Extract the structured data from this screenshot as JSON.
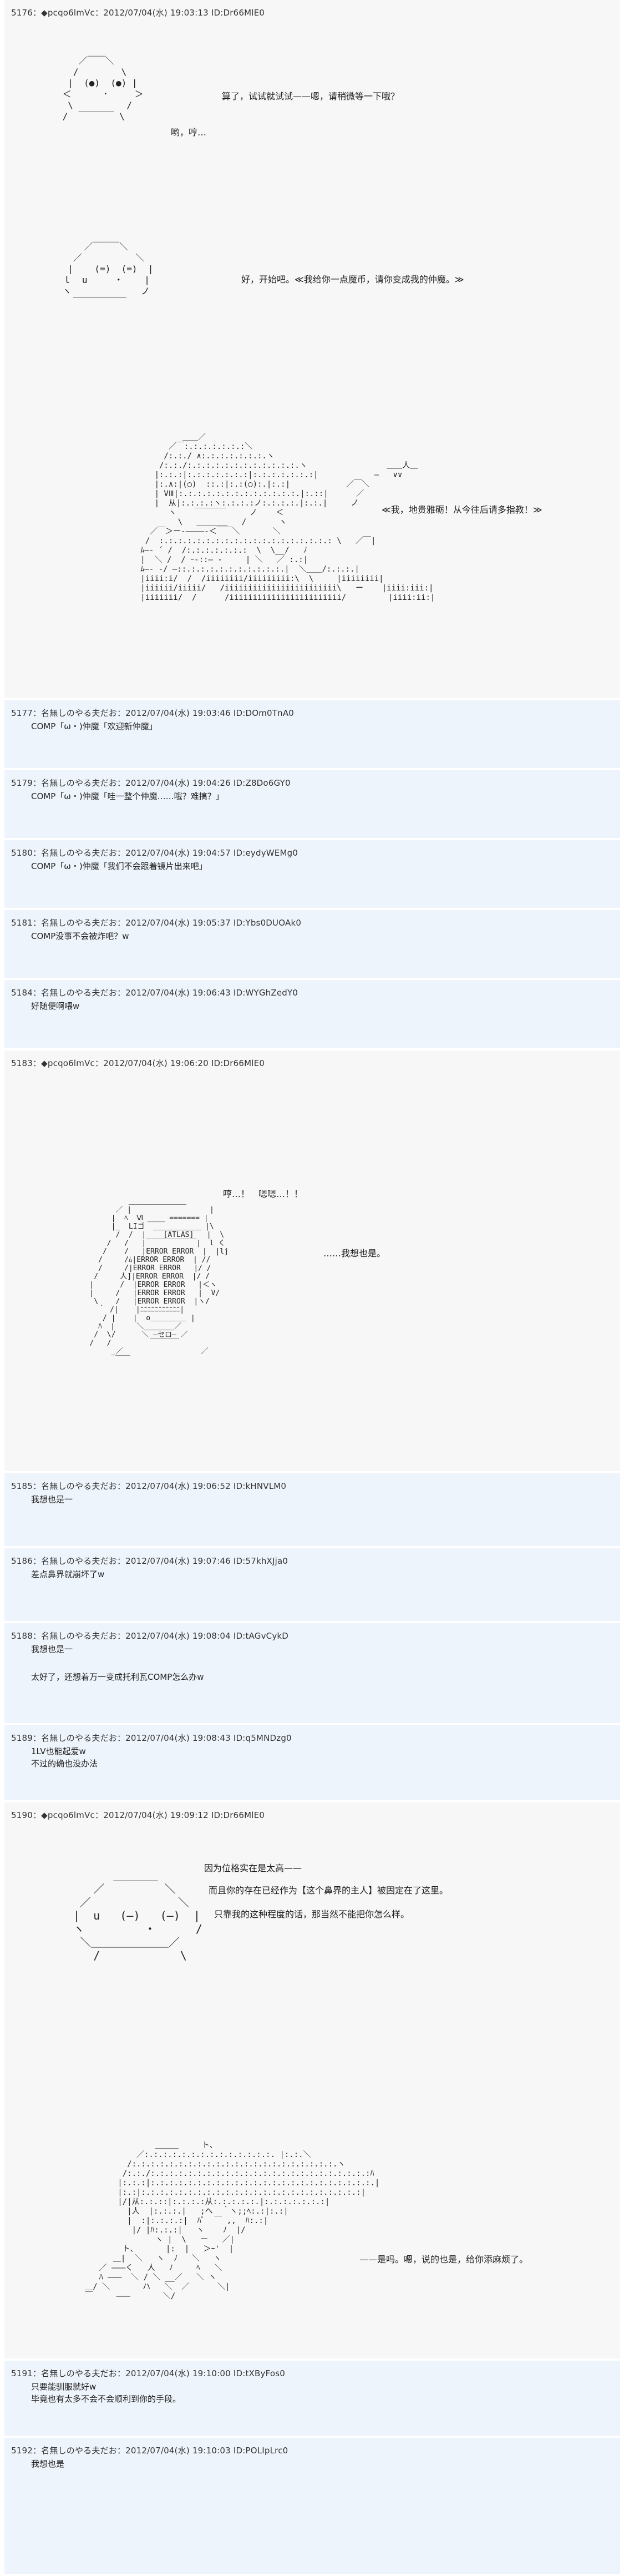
{
  "posts": [
    {
      "header": "5176：◆pcqo6lmVc：2012/07/04(水) 19:03:13 ID:Dr66MlE0",
      "lines": [
        "算了，试试就试试——嗯，请稍微等一下哦？",
        "哟，哼…",
        "好，开始吧。≪我给你一点魔币，请你变成我的仲魔。≫",
        "≪我，地贵雅砺！从今往后请多指教！≫"
      ]
    },
    {
      "header": "5177：名無しのやる夫だお：2012/07/04(水) 19:03:46 ID:DOm0TnA0",
      "lines": [
        "COMP「ω・)仲魔「欢迎新仲魔」"
      ]
    },
    {
      "header": "5179：名無しのやる夫だお：2012/07/04(水) 19:04:26 ID:Z8Do6GY0",
      "lines": [
        "COMP「ω・)仲魔「哇一整个仲魔……哦？难搞？」"
      ]
    },
    {
      "header": "5180：名無しのやる夫だお：2012/07/04(水) 19:04:57 ID:eydyWEMg0",
      "lines": [
        "COMP「ω・)仲魔「我们不会跟着镜片出来吧」"
      ]
    },
    {
      "header": "5181：名無しのやる夫だお：2012/07/04(水) 19:05:37 ID:Ybs0DUOAk0",
      "lines": [
        "COMP没事不会被炸吧？w"
      ]
    },
    {
      "header": "5184：名無しのやる夫だお：2012/07/04(水) 19:06:43 ID:WYGhZedY0",
      "lines": [
        "好随便啊喂w"
      ]
    },
    {
      "header": "5183：◆pcqo6lmVc：2012/07/04(水) 19:06:20 ID:Dr66MlE0",
      "lines": [
        "哼…！　嗯嗯…！！",
        "……我想也是。"
      ]
    },
    {
      "header": "5185：名無しのやる夫だお：2012/07/04(水) 19:06:52 ID:kHNVLM0",
      "lines": [
        "我想也是一"
      ]
    },
    {
      "header": "5186：名無しのやる夫だお：2012/07/04(水) 19:07:46 ID:57khXJja0",
      "lines": [
        "差点鼻界就崩坏了w"
      ]
    },
    {
      "header": "5188：名無しのやる夫だお：2012/07/04(水) 19:08:04 ID:tAGvCykD",
      "lines": [
        "我想也是一",
        "太好了，还想着万一变成托利瓦COMP怎么办w"
      ]
    },
    {
      "header": "5189：名無しのやる夫だお：2012/07/04(水) 19:08:43 ID:q5MNDzg0",
      "lines": [
        "1LV也能起爱w",
        "不过的确也没办法"
      ]
    },
    {
      "header": "5190：◆pcqo6lmVc：2012/07/04(水) 19:09:12 ID:Dr66MlE0",
      "lines": [
        "因为位格实在是太高——",
        "而且你的存在已经作为【这个鼻界的主人】被固定在了这里。",
        "只靠我的这种程度的话，那当然不能把你怎么样。",
        "——是吗。嗯，说的也是，给你添麻烦了。"
      ]
    },
    {
      "header": "5191：名無しのやる夫だお：2012/07/04(水) 19:10:00 ID:tXByFos0",
      "lines": [
        "只要能驯服就好w",
        "毕竟也有太多不会不会顺利到你的手段。"
      ]
    },
    {
      "header": "5192：名無しのやる夫だお：2012/07/04(水) 19:10:03 ID:POLIpLrc0",
      "lines": [
        "我想也是"
      ]
    }
  ]
}
